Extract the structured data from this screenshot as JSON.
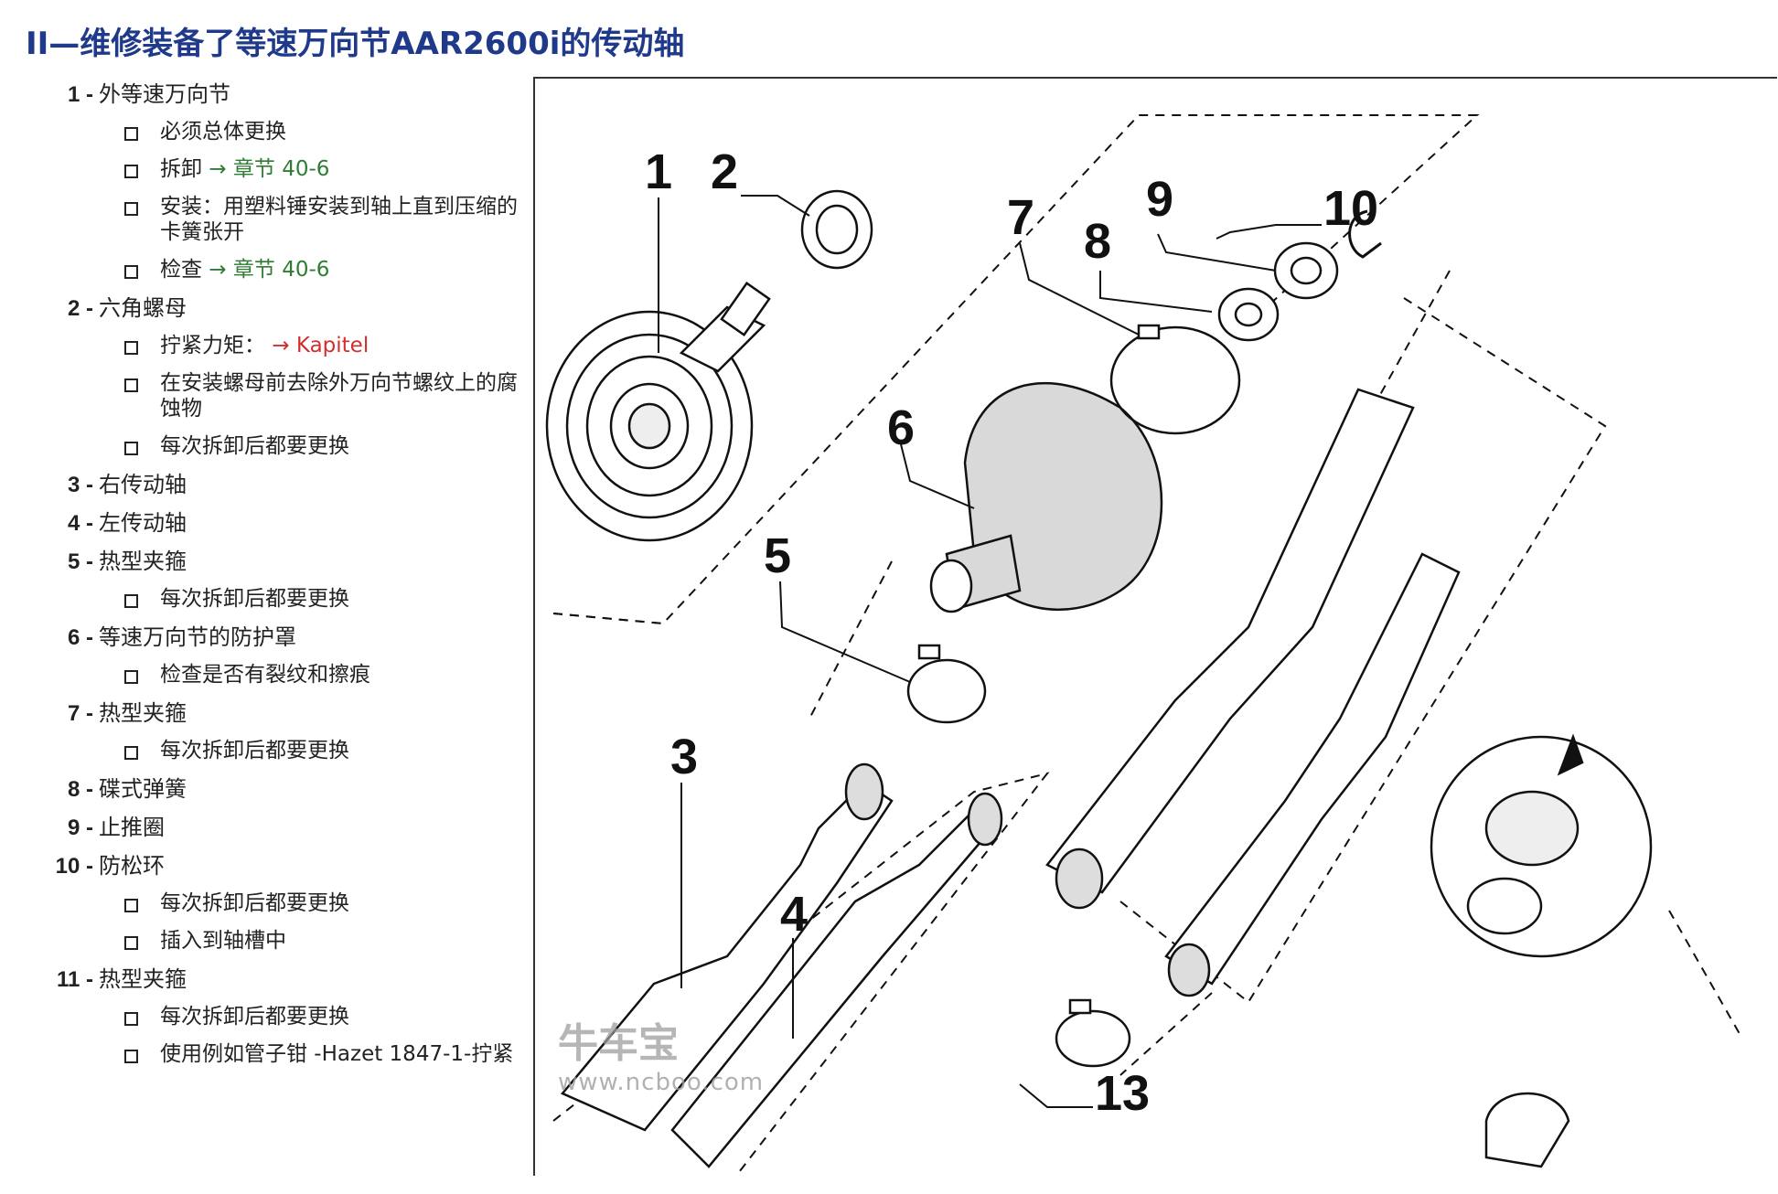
{
  "title": "II—维修装备了等速万向节AAR2600i的传动轴",
  "items": [
    {
      "num": "1 -",
      "label": "外等速万向节",
      "subs": [
        {
          "parts": [
            {
              "t": "必须总体更换"
            }
          ]
        },
        {
          "parts": [
            {
              "t": "拆卸 "
            },
            {
              "t": "→ 章节 40-6",
              "c": "green"
            }
          ]
        },
        {
          "parts": [
            {
              "t": "安装：用塑料锤安装到轴上直到压缩的卡簧张开"
            }
          ]
        },
        {
          "parts": [
            {
              "t": "检查 "
            },
            {
              "t": "→ 章节 40-6",
              "c": "green"
            }
          ]
        }
      ]
    },
    {
      "num": "2 -",
      "label": "六角螺母",
      "subs": [
        {
          "parts": [
            {
              "t": "拧紧力矩： "
            },
            {
              "t": "→ Kapitel",
              "c": "red"
            }
          ]
        },
        {
          "parts": [
            {
              "t": "在安装螺母前去除外万向节螺纹上的腐蚀物"
            }
          ]
        },
        {
          "parts": [
            {
              "t": "每次拆卸后都要更换"
            }
          ]
        }
      ]
    },
    {
      "num": "3 -",
      "label": "右传动轴",
      "subs": []
    },
    {
      "num": "4 -",
      "label": "左传动轴",
      "subs": []
    },
    {
      "num": "5 -",
      "label": "热型夹箍",
      "subs": [
        {
          "parts": [
            {
              "t": "每次拆卸后都要更换"
            }
          ]
        }
      ]
    },
    {
      "num": "6 -",
      "label": "等速万向节的防护罩",
      "subs": [
        {
          "parts": [
            {
              "t": "检查是否有裂纹和擦痕"
            }
          ]
        }
      ]
    },
    {
      "num": "7 -",
      "label": "热型夹箍",
      "subs": [
        {
          "parts": [
            {
              "t": "每次拆卸后都要更换"
            }
          ]
        }
      ]
    },
    {
      "num": "8 -",
      "label": "碟式弹簧",
      "subs": []
    },
    {
      "num": "9 -",
      "label": "止推圈",
      "subs": []
    },
    {
      "num": "10 -",
      "label": "防松环",
      "subs": [
        {
          "parts": [
            {
              "t": "每次拆卸后都要更换"
            }
          ]
        },
        {
          "parts": [
            {
              "t": "插入到轴槽中"
            }
          ]
        }
      ]
    },
    {
      "num": "11 -",
      "label": "热型夹箍",
      "subs": [
        {
          "parts": [
            {
              "t": "每次拆卸后都要更换"
            }
          ]
        },
        {
          "parts": [
            {
              "t": "使用例如管子钳 -Hazet 1847-1-拧紧"
            }
          ]
        }
      ]
    }
  ],
  "diagram": {
    "callouts": [
      "1",
      "2",
      "3",
      "4",
      "5",
      "6",
      "7",
      "8",
      "9",
      "10",
      "13"
    ],
    "colors": {
      "line": "#111111",
      "boot_fill": "#d9d9d9",
      "part_fill": "#ffffff"
    }
  },
  "watermark": {
    "line1": "牛车宝",
    "line2": "www.ncboo.com"
  }
}
